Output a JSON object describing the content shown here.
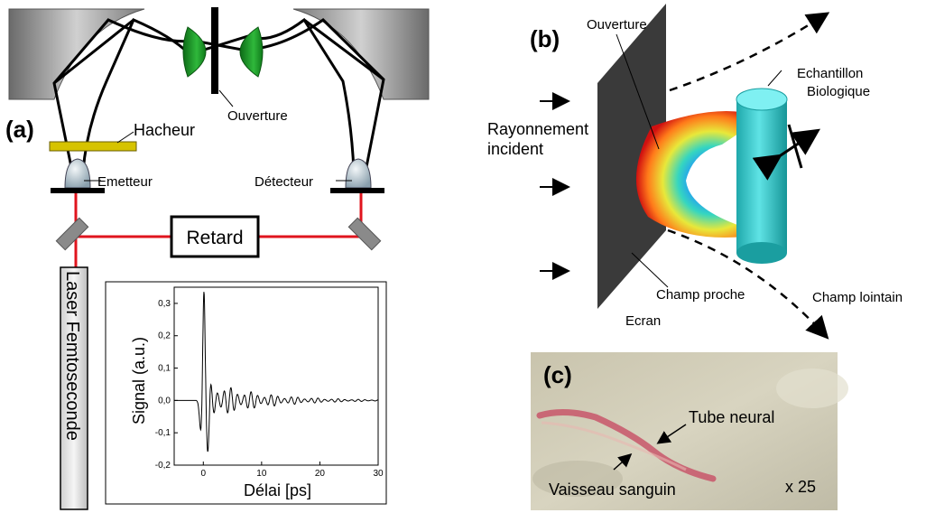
{
  "panel_a": {
    "label": "(a)",
    "hacheur": "Hacheur",
    "ouverture": "Ouverture",
    "emetteur": "Emetteur",
    "detecteur": "Détecteur",
    "retard": "Retard",
    "laser": "Laser Femtoseconde",
    "inset": {
      "ylabel": "Signal (a.u.)",
      "xlabel": "Délai [ps]",
      "yticks": [
        "0,3",
        "0,2",
        "0,1",
        "0,0",
        "-0,1",
        "-0,2"
      ],
      "xticks": [
        "0",
        "10",
        "20",
        "30"
      ]
    }
  },
  "panel_b": {
    "label": "(b)",
    "ouverture": "Ouverture",
    "echantillon_line1": "Echantillon",
    "echantillon_line2": "Biologique",
    "rayonnement_line1": "Rayonnement",
    "rayonnement_line2": "incident",
    "champ_proche": "Champ proche",
    "champ_lointain": "Champ lointain",
    "ecran": "Ecran"
  },
  "panel_c": {
    "label": "(c)",
    "tube_neural": "Tube neural",
    "vaisseau": "Vaisseau sanguin",
    "magnification": "x 25"
  },
  "colors": {
    "laser_beam": "#e0141e",
    "lens": "#1f9a2a",
    "chopper": "#d6c300",
    "screen": "#3a3a3a",
    "cylinder": "#35c7c9"
  }
}
